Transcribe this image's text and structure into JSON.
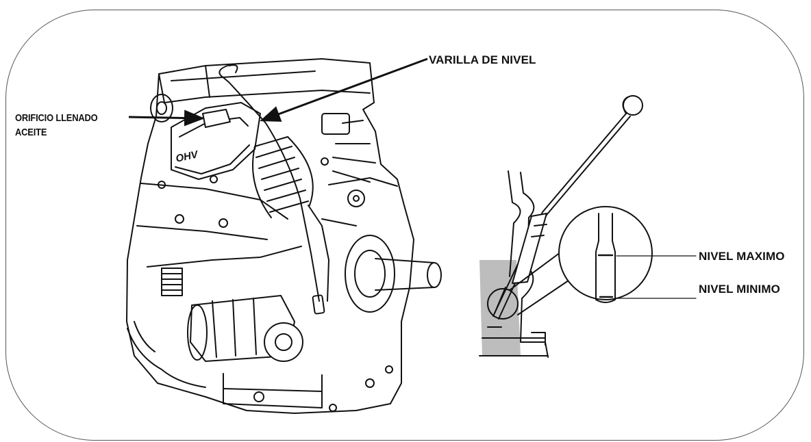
{
  "labels": {
    "oil_fill_line1": "ORIFICIO LLENADO",
    "oil_fill_line2": "ACEITE",
    "dipstick": "VARILLA DE NIVEL",
    "max_level": "NIVEL MAXIMO",
    "min_level": "NIVEL MINIMO"
  },
  "engine_marking": "OHV",
  "colors": {
    "line": "#111111",
    "frame": "#555555",
    "oil_shade": "#bdbdbd"
  }
}
